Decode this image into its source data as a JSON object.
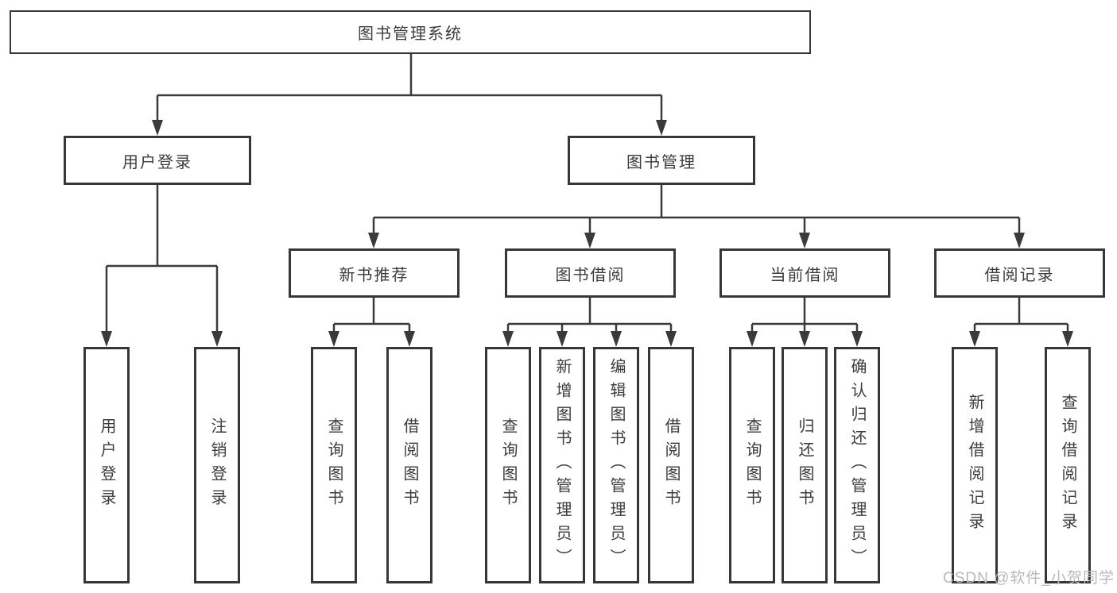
{
  "diagram": {
    "root": {
      "label": "图书管理系统"
    },
    "level2": [
      {
        "label": "用户登录"
      },
      {
        "label": "图书管理"
      }
    ],
    "level3": [
      {
        "label": "新书推荐"
      },
      {
        "label": "图书借阅"
      },
      {
        "label": "当前借阅"
      },
      {
        "label": "借阅记录"
      }
    ],
    "leaves": [
      {
        "label": "用户登录"
      },
      {
        "label": "注销登录"
      },
      {
        "label": "查询图书"
      },
      {
        "label": "借阅图书"
      },
      {
        "label": "查询图书"
      },
      {
        "label": "新增图书（管理员）"
      },
      {
        "label": "编辑图书（管理员）"
      },
      {
        "label": "借阅图书"
      },
      {
        "label": "查询图书"
      },
      {
        "label": "归还图书"
      },
      {
        "label": "确认归还（管理员）"
      },
      {
        "label": "新增借阅记录"
      },
      {
        "label": "查询借阅记录"
      }
    ],
    "watermark": "CSDN @软件_小贺同学",
    "colors": {
      "line": "#3a3a3a",
      "border": "#373737",
      "text": "#3c3c3c",
      "watermark": "#b9b9b9",
      "background": "#ffffff"
    }
  }
}
